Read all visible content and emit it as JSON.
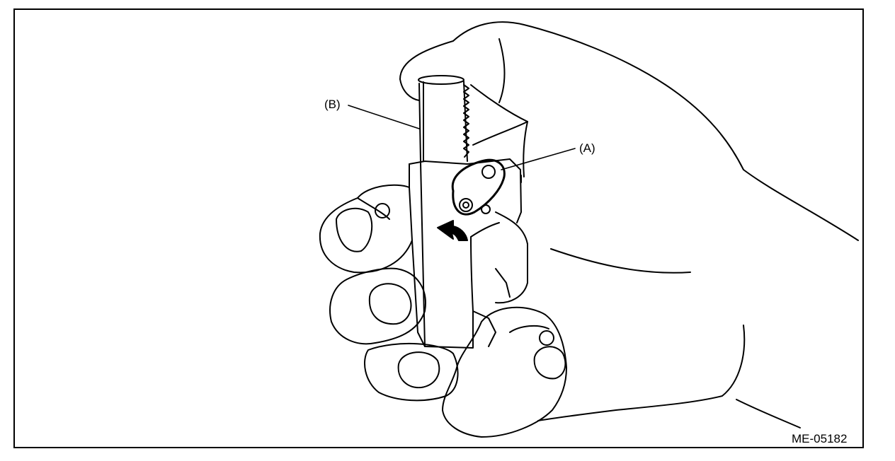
{
  "callouts": {
    "a": "(A)",
    "b": "(B)"
  },
  "figure_code": "ME-05182",
  "colors": {
    "line": "#000000",
    "background": "#ffffff"
  }
}
